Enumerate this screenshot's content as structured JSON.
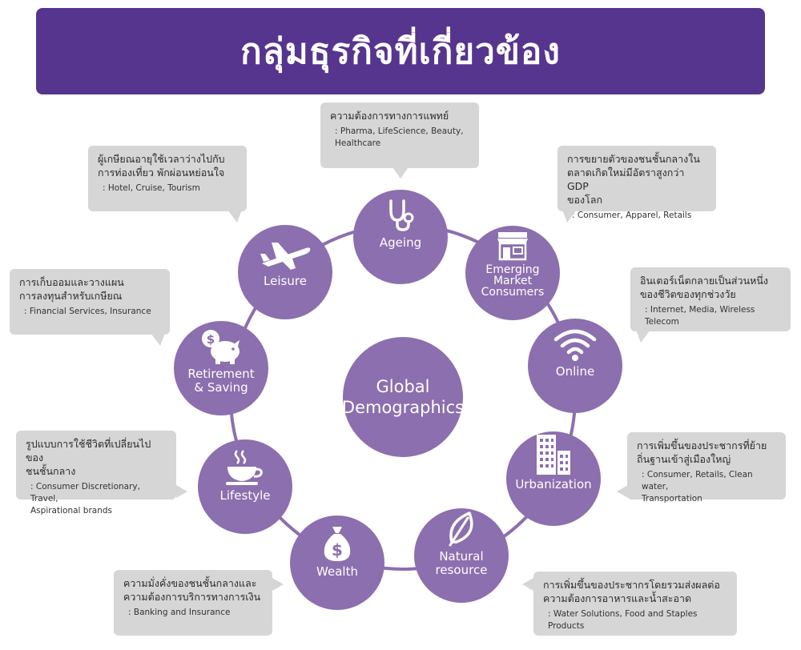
{
  "header": {
    "title": "กลุ่มธุรกิจที่เกี่ยวข้อง"
  },
  "colors": {
    "banner": "#56358f",
    "node": "#8c6fae",
    "ring": "#8c6fae",
    "bubble": "#d6d6d6"
  },
  "center": {
    "label": "Global\nDemographics"
  },
  "nodes": [
    {
      "label": "Ageing",
      "icon": "stethoscope-icon"
    },
    {
      "label": "Emerging\nMarket\nConsumers",
      "icon": "storefront-icon"
    },
    {
      "label": "Online",
      "icon": "wifi-icon"
    },
    {
      "label": "Urbanization",
      "icon": "buildings-icon"
    },
    {
      "label": "Natural\nresource",
      "icon": "leaf-icon"
    },
    {
      "label": "Wealth",
      "icon": "money-bag-icon"
    },
    {
      "label": "Lifestyle",
      "icon": "coffee-cup-icon"
    },
    {
      "label": "Retirement\n& Saving",
      "icon": "piggy-bank-icon"
    },
    {
      "label": "Leisure",
      "icon": "airplane-icon"
    }
  ],
  "bubbles": [
    {
      "title": "ความต้องการทางการแพทย์",
      "industry": ": Pharma, LifeScience, Beauty,\n  Healthcare"
    },
    {
      "title": "การขยายตัวของชนชั้นกลางใน\nตลาดเกิดใหม่มีอัตราสูงกว่า GDP\nของโลก",
      "industry": ": Consumer, Apparel, Retails"
    },
    {
      "title": "อินเตอร์เน็ตกลายเป็นส่วนหนึ่ง\nของชีวิตของทุกช่วงวัย",
      "industry": ": Internet, Media, Wireless Telecom"
    },
    {
      "title": "การเพิ่มขึ้นของประชากรที่ย้าย\nถิ่นฐานเข้าสู่เมืองใหญ่",
      "industry": ": Consumer, Retails, Clean water,\n  Transportation"
    },
    {
      "title": "การเพิ่มขึ้นของประชากรโดยรวมส่งผลต่อ\nความต้องการอาหารและน้ำสะอาด",
      "industry": ": Water Solutions, Food and Staples Products"
    },
    {
      "title": "ความมั่งคั่งของชนชั้นกลางและ\nความต้องการบริการทางการเงิน",
      "industry": ": Banking and Insurance"
    },
    {
      "title": "รูปแบบการใช้ชีวิตที่เปลี่ยนไปของ\nชนชั้นกลาง",
      "industry": ": Consumer Discretionary, Travel,\n  Aspirational brands"
    },
    {
      "title": "การเก็บออมและวางแผน\nการลงทุนสำหรับเกษียณ",
      "industry": ": Financial Services, Insurance"
    },
    {
      "title": "ผู้เกษียณอายุใช้เวลาว่างไปกับ\nการท่องเที่ยว พักผ่อนหย่อนใจ",
      "industry": ": Hotel, Cruise, Tourism"
    }
  ]
}
